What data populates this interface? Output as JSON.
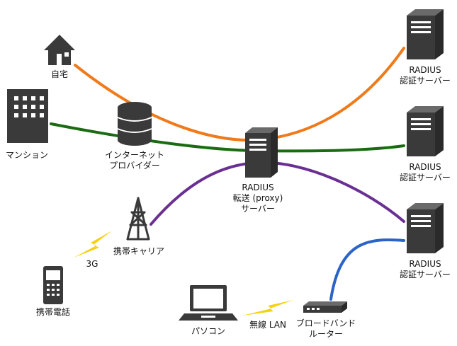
{
  "labels": {
    "home": "自宅",
    "mansion": "マンション",
    "isp_line1": "インターネット",
    "isp_line2": "プロバイダー",
    "proxy_line1": "RADIUS",
    "proxy_line2": "転送 (proxy)",
    "proxy_line3": "サーバー",
    "radius1_line1": "RADIUS",
    "radius1_line2": "認証サーバー",
    "radius2_line1": "RADIUS",
    "radius2_line2": "認証サーバー",
    "radius3_line1": "RADIUS",
    "radius3_line2": "認証サーバー",
    "carrier": "携帯キャリア",
    "threeg": "3G",
    "mobile": "携帯電話",
    "pc": "パソコン",
    "wlan": "無線 LAN",
    "router_line1": "ブロードバンド",
    "router_line2": "ルーター"
  },
  "colors": {
    "orange": "#f07a1a",
    "green": "#1a6b12",
    "purple": "#6a2f93",
    "blue": "#2b63c8",
    "lightning": "#f5d20f",
    "device": "#3a3a3a"
  }
}
